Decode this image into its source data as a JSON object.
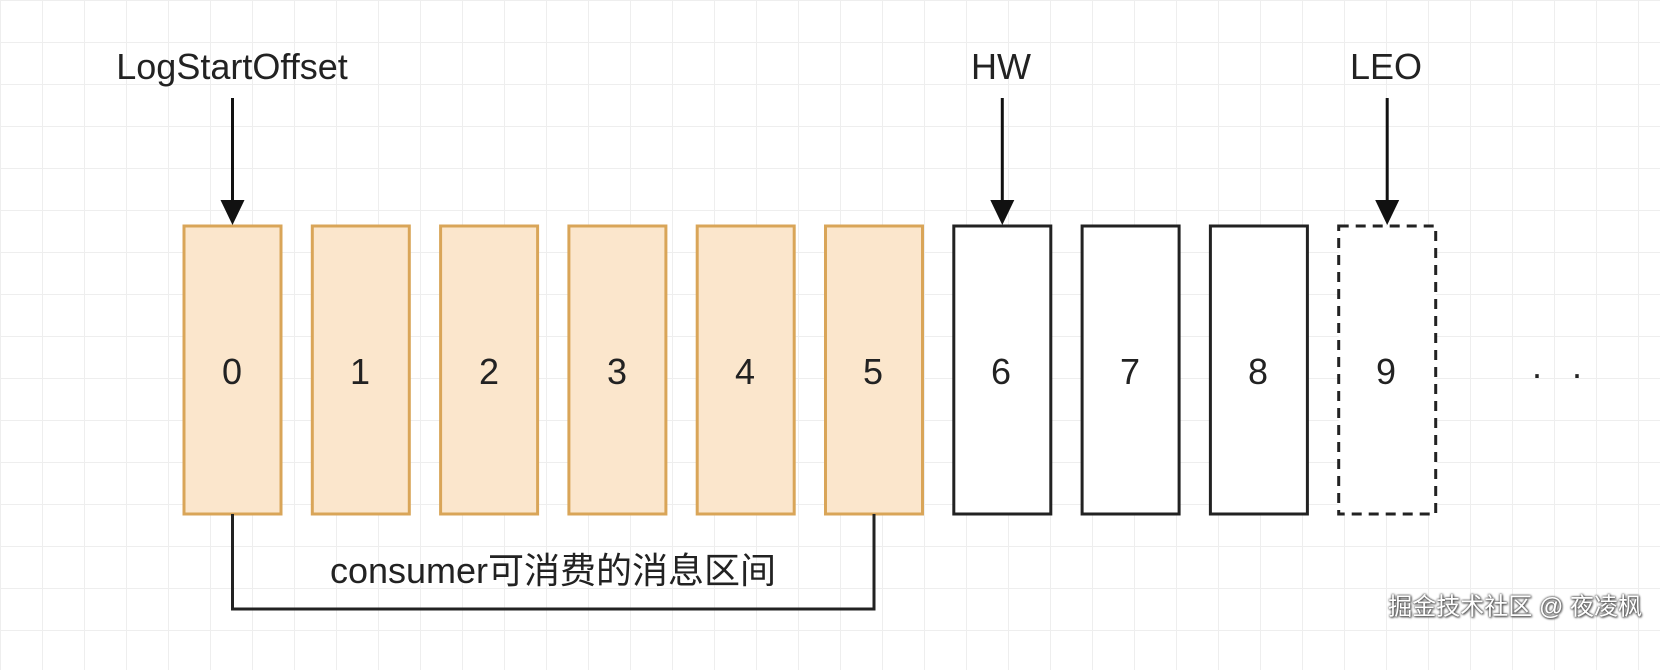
{
  "markers": [
    {
      "label": "LogStartOffset",
      "offset_index": 0
    },
    {
      "label": "HW",
      "offset_index": 6
    },
    {
      "label": "LEO",
      "offset_index": 9
    }
  ],
  "offsets": [
    {
      "label": "0",
      "state": "consumable"
    },
    {
      "label": "1",
      "state": "consumable"
    },
    {
      "label": "2",
      "state": "consumable"
    },
    {
      "label": "3",
      "state": "consumable"
    },
    {
      "label": "4",
      "state": "consumable"
    },
    {
      "label": "5",
      "state": "consumable"
    },
    {
      "label": "6",
      "state": "written"
    },
    {
      "label": "7",
      "state": "written"
    },
    {
      "label": "8",
      "state": "written"
    },
    {
      "label": "9",
      "state": "next"
    }
  ],
  "ellipsis": ". .",
  "range_label": "consumer可消费的消息区间",
  "watermark": "掘金技术社区 @ 夜凌枫",
  "colors": {
    "consumable_fill": "#fbe6cc",
    "consumable_border": "#d9a558",
    "written_fill": "#ffffff",
    "written_border": "#222222",
    "arrow": "#111111"
  }
}
